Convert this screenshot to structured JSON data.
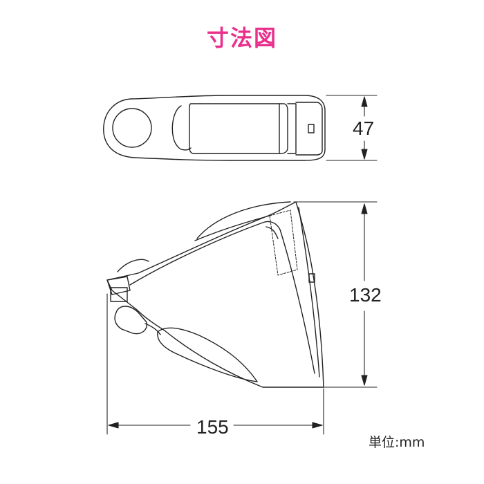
{
  "title": "寸法図",
  "dimensions": {
    "depth": "47",
    "height": "132",
    "width": "155"
  },
  "unit_label": "単位:mm",
  "colors": {
    "title": "#e8308c",
    "line": "#222222",
    "body_fill": "#ffffff"
  }
}
